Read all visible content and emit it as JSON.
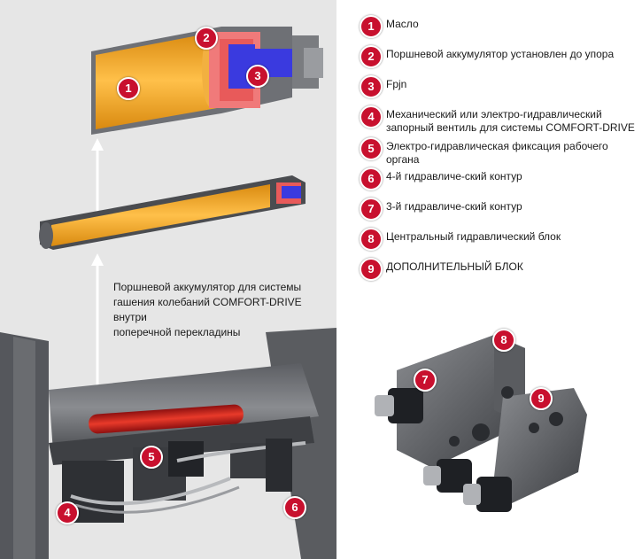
{
  "callout": {
    "lines": [
      "Поршневой аккумулятор для системы",
      "гашения колебаний COMFORT-DRIVE внутри",
      "поперечной перекладины"
    ]
  },
  "legend": [
    {
      "num": "1",
      "label": "Масло"
    },
    {
      "num": "2",
      "label": "Поршневой аккумулятор установлен до упора"
    },
    {
      "num": "3",
      "label": "Fpjn"
    },
    {
      "num": "4",
      "label": "Механический или электро-гидравлический запорный вентиль для системы COMFORT-DRIVE"
    },
    {
      "num": "5",
      "label": "Электро-гидравлическая фиксация рабочего органа"
    },
    {
      "num": "6",
      "label": "4-й гидравличе-ский контур"
    },
    {
      "num": "7",
      "label": "3-й гидравличе-ский контур"
    },
    {
      "num": "8",
      "label": "Центральный гидравлический блок"
    },
    {
      "num": "9",
      "label": "ДОПОЛНИТЕЛЬНЫЙ БЛОК"
    }
  ],
  "markers": {
    "m1": "1",
    "m2": "2",
    "m3": "3",
    "m4": "4",
    "m5": "5",
    "m6": "6",
    "m7": "7",
    "m8": "8",
    "m9": "9"
  },
  "colors": {
    "accent": "#c8102e",
    "oil": "#f0a020",
    "piston": "#3a3adf",
    "panel": "#e6e6e6"
  }
}
